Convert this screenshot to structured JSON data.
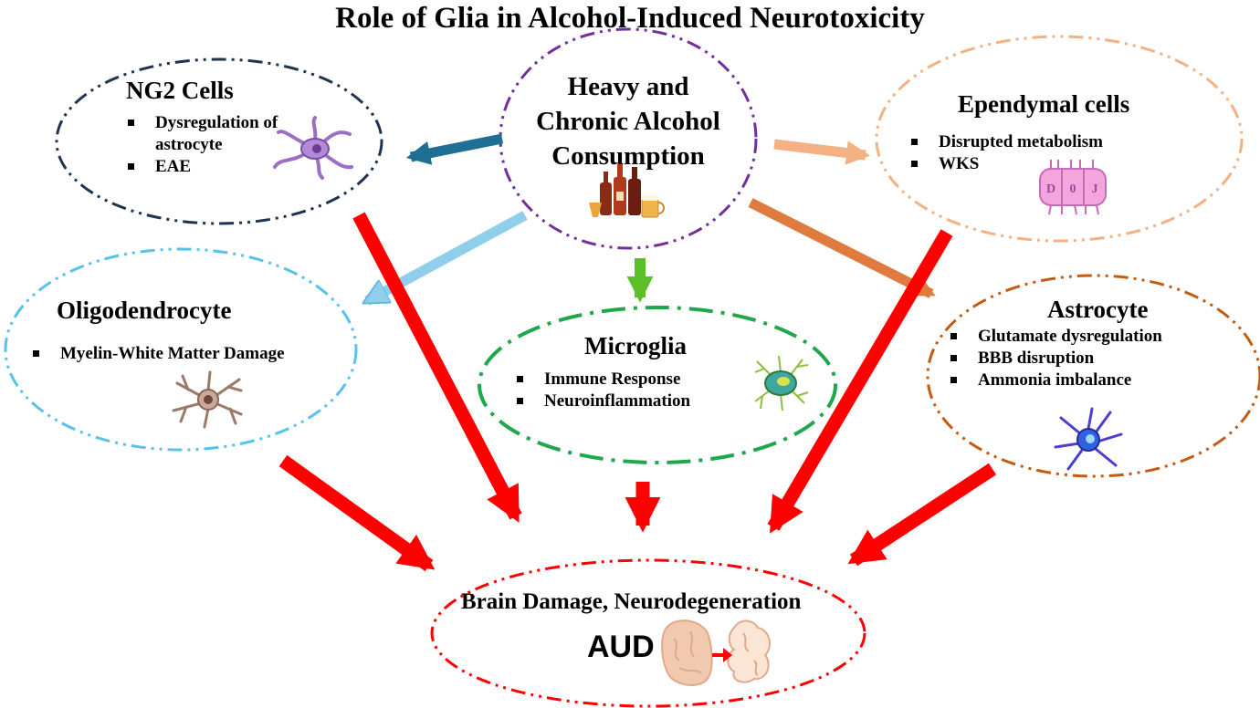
{
  "title": "Role of Glia in Alcohol-Induced Neurotoxicity",
  "center": {
    "lines": [
      "Heavy and",
      "Chronic Alcohol",
      "Consumption"
    ],
    "icon": "alcohol-bottles-icon"
  },
  "ng2": {
    "title": "NG2 Cells",
    "items": [
      "Dysregulation of",
      "astrocyte",
      "EAE"
    ],
    "icon": "ng2-cell-icon"
  },
  "ependymal": {
    "title": "Ependymal cells",
    "items": [
      "Disrupted metabolism",
      "WKS"
    ],
    "icon": "ependymal-cell-icon"
  },
  "oligodendrocyte": {
    "title": "Oligodendrocyte",
    "items": [
      "Myelin-White Matter Damage"
    ],
    "icon": "oligodendrocyte-icon"
  },
  "microglia": {
    "title": "Microglia",
    "items": [
      "Immune Response",
      "Neuroinflammation"
    ],
    "icon": "microglia-icon"
  },
  "astrocyte": {
    "title": "Astrocyte",
    "items": [
      "Glutamate dysregulation",
      "BBB disruption",
      "Ammonia imbalance"
    ],
    "icon": "astrocyte-icon"
  },
  "outcome": {
    "title": "Brain Damage, Neurodegeneration",
    "label": "AUD",
    "icon": "brain-damage-icon"
  },
  "colors": {
    "center": "#7030a0",
    "ng2": "#1f3350",
    "ependymal": "#f4b183",
    "oligodendrocyte": "#56c3ea",
    "microglia": "#1fa84a",
    "astrocyte": "#c55a11",
    "outcome": "#ff0000"
  }
}
